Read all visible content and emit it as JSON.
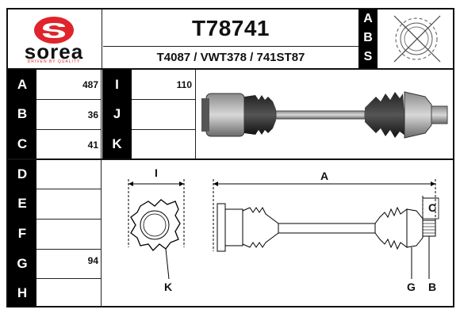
{
  "brand": {
    "name": "sorea",
    "tagline": "DRIVEN BY QUALITY",
    "logo_color": "#e0242b"
  },
  "header": {
    "part_number": "T78741",
    "cross_refs": "T4087 / VWT378 / 741ST87",
    "abs_letters": [
      "A",
      "B",
      "S"
    ]
  },
  "specs": {
    "A": {
      "label": "A",
      "value": "487"
    },
    "B": {
      "label": "B",
      "value": "36"
    },
    "C": {
      "label": "C",
      "value": "41"
    },
    "D": {
      "label": "D",
      "value": ""
    },
    "E": {
      "label": "E",
      "value": ""
    },
    "F": {
      "label": "F",
      "value": ""
    },
    "G": {
      "label": "G",
      "value": "94"
    },
    "H": {
      "label": "H",
      "value": ""
    },
    "I": {
      "label": "I",
      "value": "110"
    },
    "J": {
      "label": "J",
      "value": ""
    },
    "K": {
      "label": "K",
      "value": ""
    }
  },
  "diagram_labels": {
    "I": "I",
    "A": "A",
    "C": "C",
    "K": "K",
    "G": "G",
    "B": "B"
  }
}
